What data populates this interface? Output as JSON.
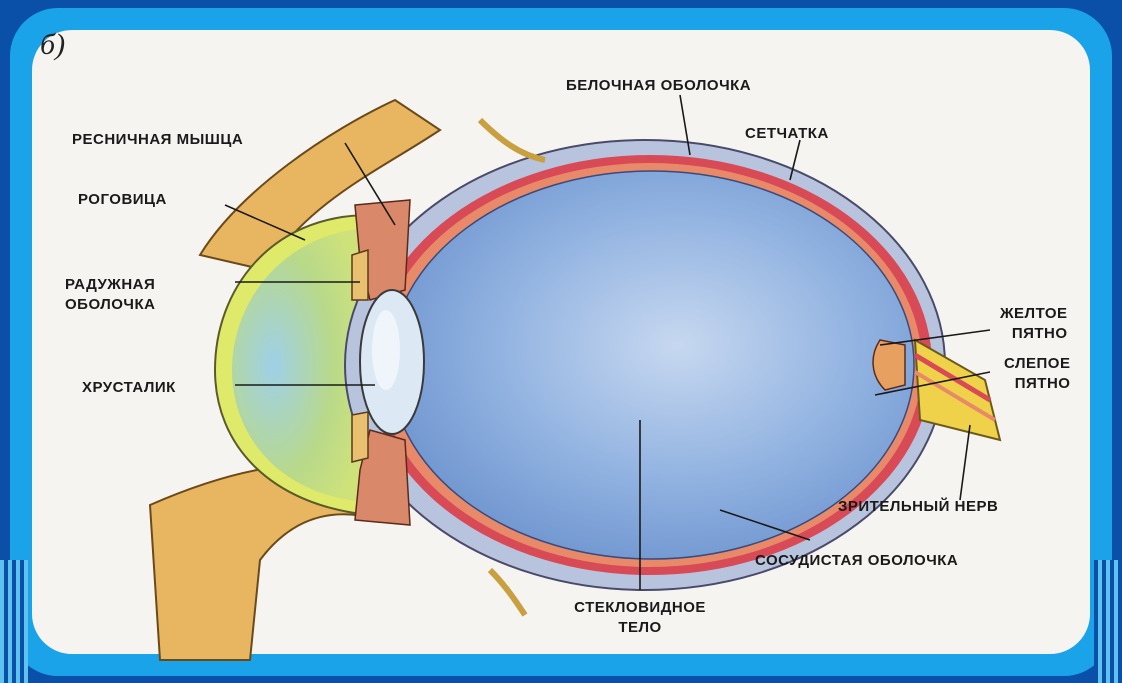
{
  "figure_letter": "б)",
  "labels": {
    "sclera": "БЕЛОЧНАЯ ОБОЛОЧКА",
    "ciliary_muscle": "РЕСНИЧНАЯ МЫШЦА",
    "retina": "СЕТЧАТКА",
    "cornea": "РОГОВИЦА",
    "iris_1": "РАДУЖНАЯ",
    "iris_2": "ОБОЛОЧКА",
    "lens": "ХРУСТАЛИК",
    "macula_1": "ЖЕЛТОЕ",
    "macula_2": "ПЯТНО",
    "blind_spot_1": "СЛЕПОЕ",
    "blind_spot_2": "ПЯТНО",
    "optic_nerve": "ЗРИТЕЛЬНЫЙ НЕРВ",
    "choroid": "СОСУДИСТАЯ ОБОЛОЧКА",
    "vitreous_1": "СТЕКЛОВИДНОЕ",
    "vitreous_2": "ТЕЛО"
  },
  "colors": {
    "eyelid": "#e8b660",
    "sclera": "#b8c4de",
    "choroid": "#d84a55",
    "vitreous": "#8fb1e0",
    "anterior": "#b9d98a",
    "lens": "#dce9f4"
  }
}
